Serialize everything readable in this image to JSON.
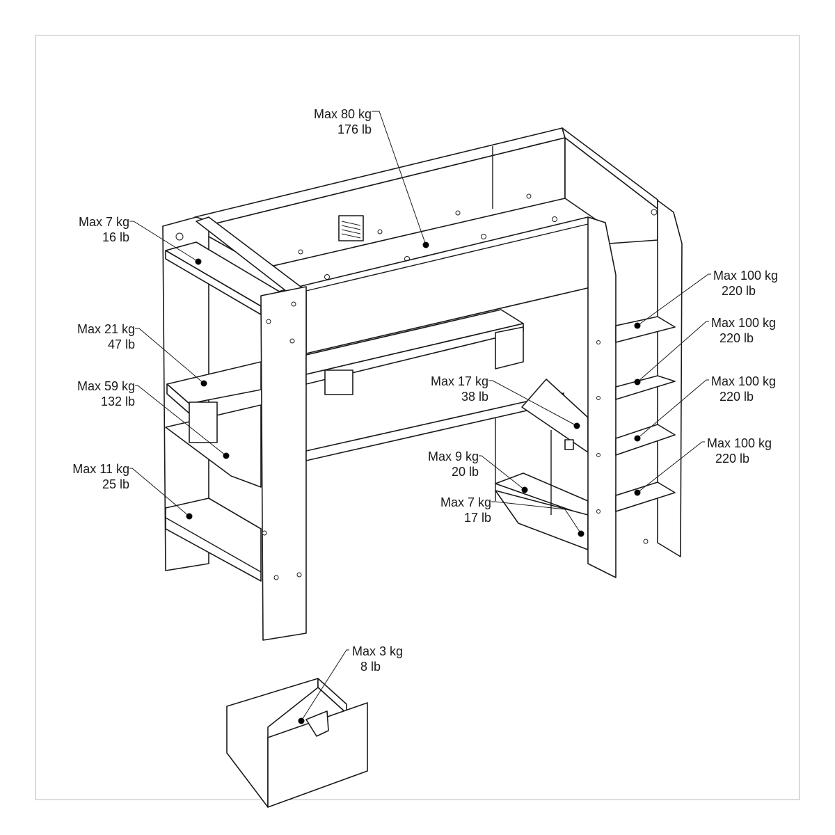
{
  "annotations": [
    {
      "id": "top-bunk",
      "kg": "Max 80 kg",
      "lb": "176 lb"
    },
    {
      "id": "top-left-shelf",
      "kg": "Max 7 kg",
      "lb": "16 lb"
    },
    {
      "id": "left-mid-shelf",
      "kg": "Max 21 kg",
      "lb": "47 lb"
    },
    {
      "id": "left-desk",
      "kg": "Max 59 kg",
      "lb": "132 lb"
    },
    {
      "id": "left-bottom-shelf",
      "kg": "Max 11 kg",
      "lb": "25 lb"
    },
    {
      "id": "ladder-step-1",
      "kg": "Max 100 kg",
      "lb": "220 lb"
    },
    {
      "id": "ladder-step-2",
      "kg": "Max 100 kg",
      "lb": "220 lb"
    },
    {
      "id": "ladder-step-3",
      "kg": "Max 100 kg",
      "lb": "220 lb"
    },
    {
      "id": "ladder-step-4",
      "kg": "Max 100 kg",
      "lb": "220 lb"
    },
    {
      "id": "right-desk",
      "kg": "Max 17 kg",
      "lb": "38 lb"
    },
    {
      "id": "right-low-shelf",
      "kg": "Max 9 kg",
      "lb": "20 lb"
    },
    {
      "id": "right-bottom-shelf",
      "kg": "Max 7 kg",
      "lb": "17 lb"
    },
    {
      "id": "drawer",
      "kg": "Max 3 kg",
      "lb": "8 lb"
    }
  ]
}
